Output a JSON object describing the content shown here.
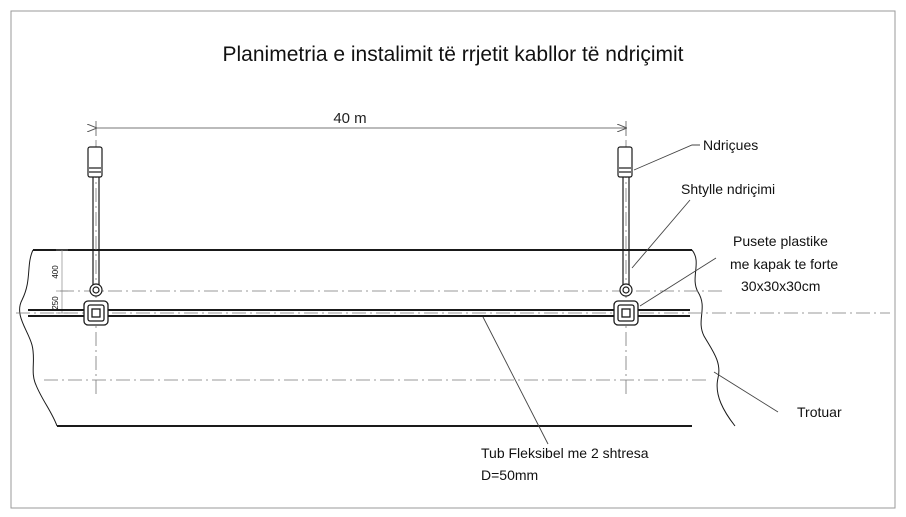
{
  "title": "Planimetria e instalimit të rrjetit kabllor të ndriçimit",
  "dimension": {
    "span": "40 m",
    "offset_upper": "400",
    "offset_lower": "250"
  },
  "labels": {
    "luminaire": "Ndriçues",
    "pole": "Shtylle ndriçimi",
    "manhole_line1": "Pusete plastike",
    "manhole_line2": "me kapak te forte",
    "manhole_line3": "30x30x30cm",
    "sidewalk": "Trotuar",
    "conduit_line1": "Tub Fleksibel me 2 shtresa",
    "conduit_line2": "D=50mm"
  },
  "colors": {
    "line": "#1a1a1a",
    "dim": "#666666",
    "border": "#9a9a9a"
  }
}
